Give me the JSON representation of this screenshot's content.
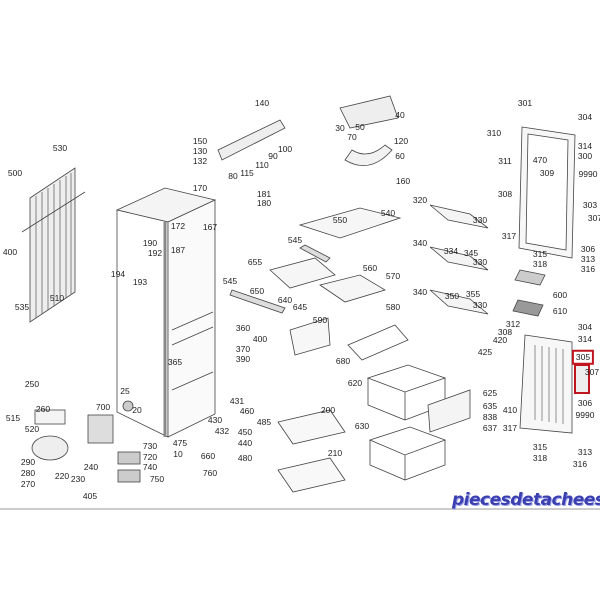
{
  "diagram": {
    "type": "exploded-parts-view",
    "highlighted_part": "305",
    "highlight_color": "#c0141e",
    "labels": [
      "140",
      "150",
      "130",
      "132",
      "80",
      "115",
      "110",
      "90",
      "100",
      "530",
      "500",
      "400",
      "535",
      "510",
      "170",
      "181",
      "180",
      "172",
      "167",
      "187",
      "190",
      "192",
      "194",
      "193",
      "545",
      "545",
      "655",
      "650",
      "640",
      "40",
      "30",
      "50",
      "70",
      "120",
      "60",
      "160",
      "301",
      "304",
      "310",
      "314",
      "311",
      "470",
      "300",
      "309",
      "9990",
      "308",
      "303",
      "307",
      "317",
      "315",
      "318",
      "306",
      "313",
      "316",
      "320",
      "330",
      "340",
      "334",
      "345",
      "330",
      "340",
      "350",
      "355",
      "330",
      "550",
      "540",
      "560",
      "570",
      "580",
      "600",
      "610",
      "645",
      "590",
      "360",
      "400",
      "370",
      "390",
      "365",
      "250",
      "260",
      "515",
      "520",
      "700",
      "25",
      "20",
      "431",
      "460",
      "430",
      "485",
      "432",
      "450",
      "440",
      "480",
      "475",
      "10",
      "660",
      "730",
      "720",
      "740",
      "750",
      "760",
      "290",
      "280",
      "270",
      "220",
      "240",
      "230",
      "405",
      "680",
      "620",
      "625",
      "200",
      "635",
      "838",
      "637",
      "630",
      "210",
      "312",
      "304",
      "308",
      "420",
      "314",
      "425",
      "305",
      "307",
      "306",
      "410",
      "9990",
      "317",
      "315",
      "313",
      "318",
      "316"
    ]
  },
  "watermark": "piecesdetacheeselec.com"
}
